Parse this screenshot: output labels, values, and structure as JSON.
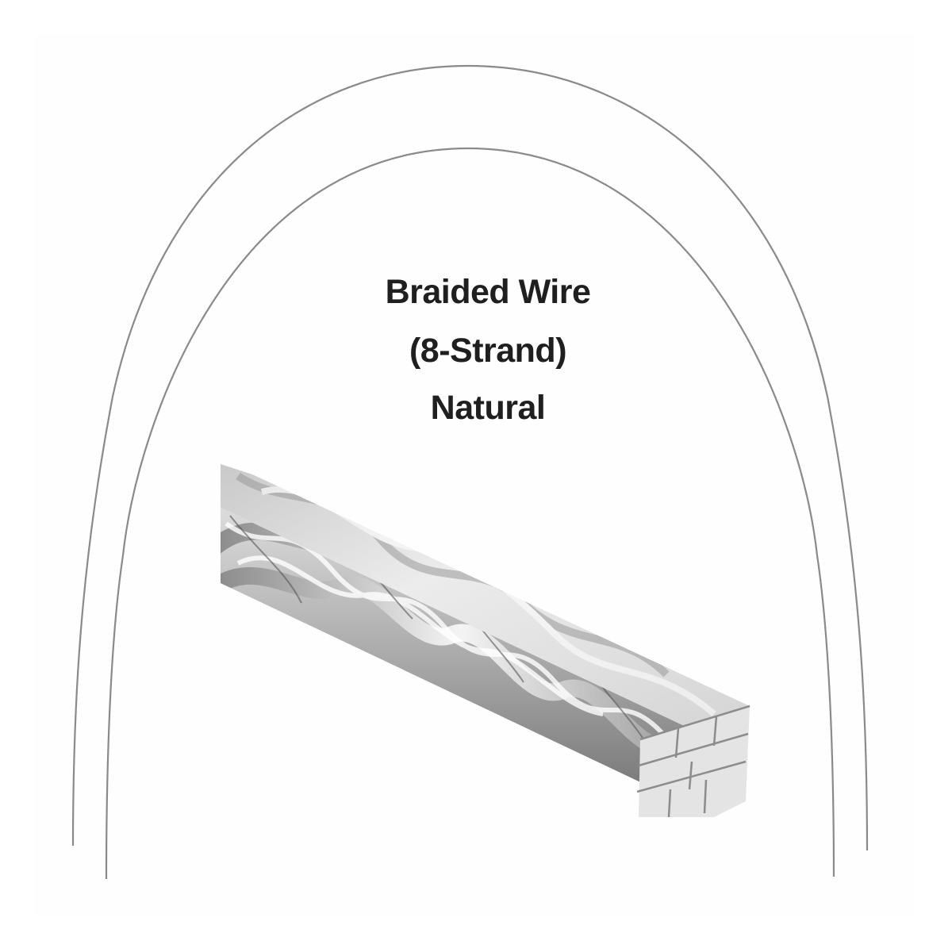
{
  "product": {
    "title_line1": "Braided Wire",
    "title_line2": "(8-Strand)",
    "title_line3": "Natural"
  },
  "illustration": {
    "arch_wires": [
      "outer-arch-wire",
      "inner-arch-wire"
    ],
    "cross_section": "8-strand braided rectangular wire segment",
    "wire_color": "#8a8a8a",
    "metal_light": "#e6e6e6",
    "metal_dark": "#7a7a7a",
    "text_color": "#1f1f1f",
    "background": "#fdfefd"
  }
}
